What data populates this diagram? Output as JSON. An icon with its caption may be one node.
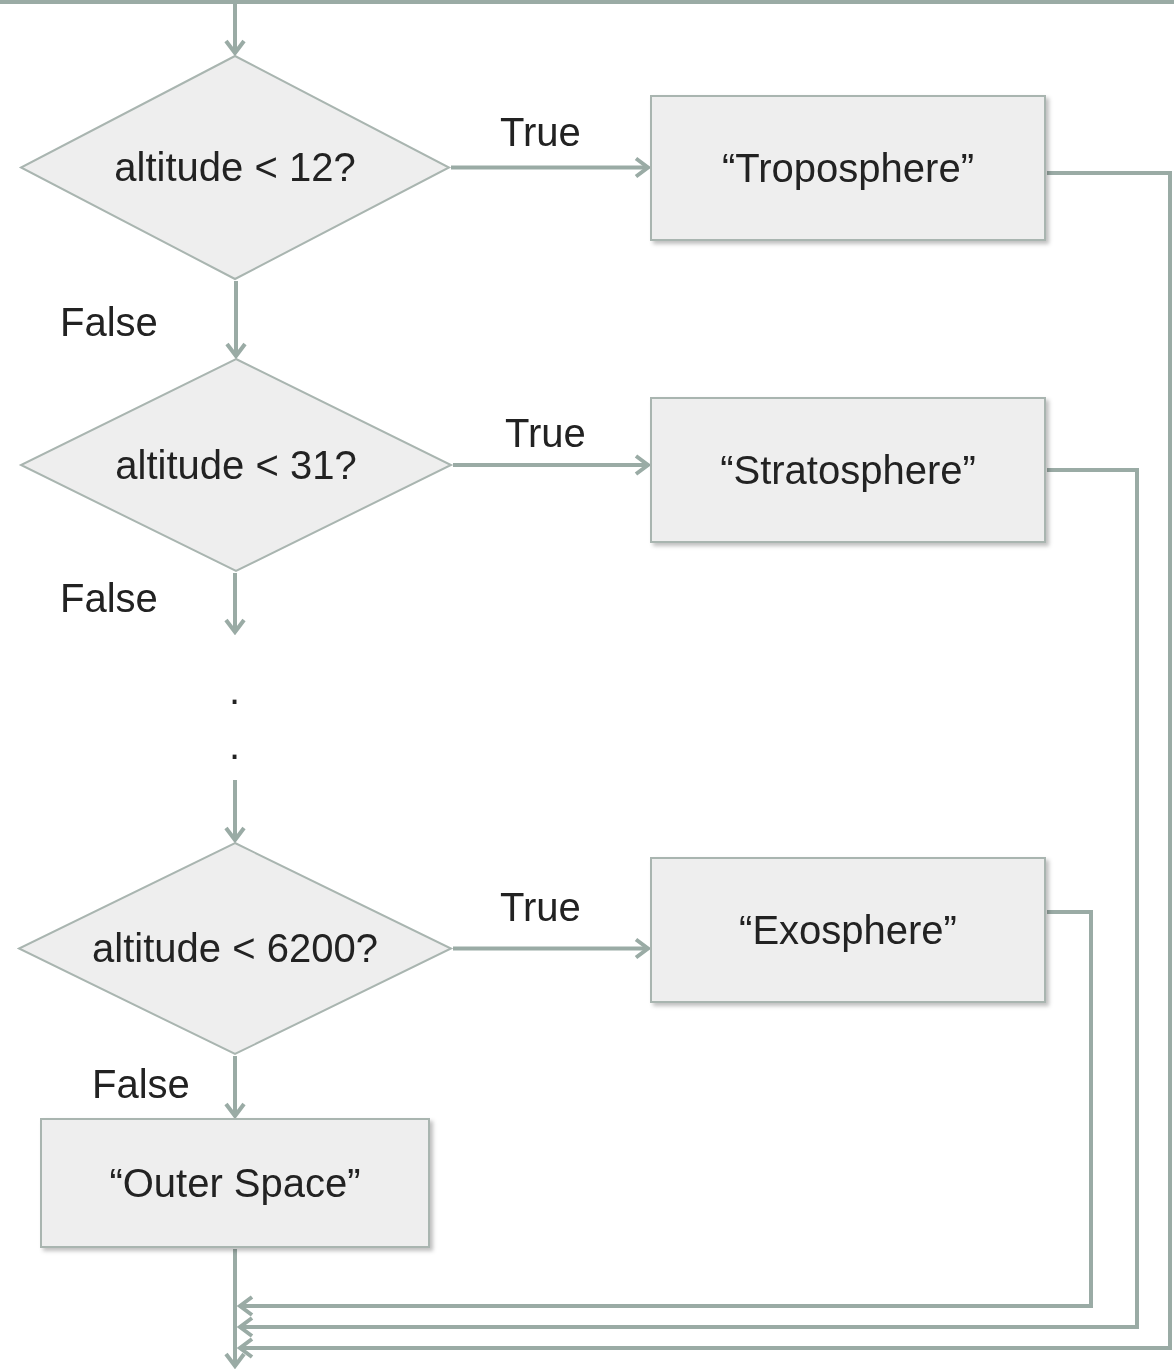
{
  "diagram": {
    "nodes": [
      {
        "text": [
          "altitude < 12?"
        ]
      },
      {
        "text": [
          "“Troposphere”"
        ]
      },
      {
        "text": [
          "altitude < 31?"
        ]
      },
      {
        "text": [
          "“Stratosphere”"
        ]
      },
      {
        "text": [
          "altitude < 6200?"
        ]
      },
      {
        "text": [
          "“Exosphere”"
        ]
      },
      {
        "text": [
          "“Outer Space”"
        ]
      }
    ],
    "edges": [
      {
        "from": null,
        "to": 0,
        "arrow": "to"
      },
      {
        "from": 0,
        "to": 1,
        "arrow": "to",
        "label": "True"
      },
      {
        "from": 0,
        "to": 2,
        "arrow": "to",
        "label": "False"
      },
      {
        "from": 2,
        "to": 3,
        "arrow": "to",
        "label": "True"
      },
      {
        "from": 2,
        "to": null,
        "arrow": "to",
        "label": "False"
      },
      {
        "from": null,
        "to": 4,
        "arrow": "to"
      },
      {
        "from": 4,
        "to": 5,
        "arrow": "to",
        "label": "True"
      },
      {
        "from": 4,
        "to": 6,
        "arrow": "to",
        "label": "False"
      },
      {
        "from": 6,
        "to": null,
        "arrow": "to"
      },
      {
        "from": 5,
        "to": null,
        "arrow": "to"
      },
      {
        "from": 3,
        "to": null,
        "arrow": "to"
      },
      {
        "from": 1,
        "to": null,
        "arrow": "to"
      }
    ],
    "labels": [
      ".",
      "."
    ]
  }
}
